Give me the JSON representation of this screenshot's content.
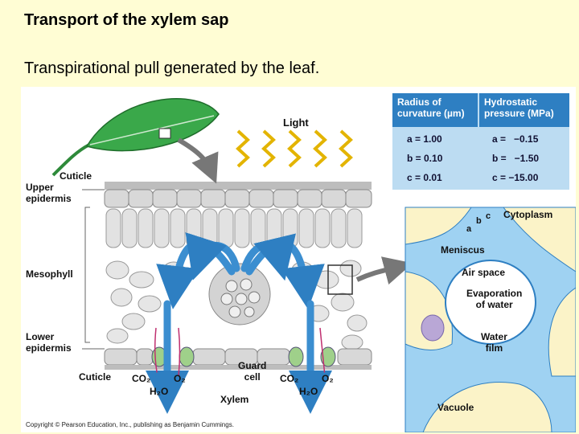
{
  "title": "Transport of the xylem sap",
  "subtitle": "Transpirational pull generated by the leaf.",
  "figure": {
    "labels": {
      "light": "Light",
      "cuticle_top": "Cuticle",
      "upper_epidermis": "Upper\nepidermis",
      "mesophyll": "Mesophyll",
      "lower_epidermis": "Lower\nepidermis",
      "cuticle_bottom": "Cuticle",
      "co2_left": "CO₂",
      "o2_left": "O₂",
      "h2o_left": "H₂O",
      "guard_cell": "Guard\ncell",
      "xylem": "Xylem",
      "co2_right": "CO₂",
      "o2_right": "O₂",
      "h2o_right": "H₂O"
    },
    "table": {
      "col1_header": "Radius of\ncurvature (µm)",
      "col2_header": "Hydrostatic\npressure (MPa)",
      "rows": [
        {
          "radius": "a = 1.00",
          "pressure": "a =   −0.15"
        },
        {
          "radius": "b = 0.10",
          "pressure": "b =   −1.50"
        },
        {
          "radius": "c = 0.01",
          "pressure": "c = −15.00"
        }
      ]
    },
    "inset": {
      "cytoplasm": "Cytoplasm",
      "a": "a",
      "b": "b",
      "c": "c",
      "meniscus": "Meniscus",
      "air_space": "Air space",
      "evaporation": "Evaporation\nof water",
      "water_film": "Water\nfilm",
      "vacuole": "Vacuole"
    },
    "copyright": "Copyright © Pearson Education, Inc., publishing as Benjamin Cummings."
  },
  "colors": {
    "background": "#fffdd4",
    "leaf": "#3aa84a",
    "arrow": "#3b8ed0",
    "epidermis": "#c9c9c9",
    "table_header": "#2e7fc2",
    "inset_water": "#9fd2f2",
    "inset_cell": "#fbf3c8"
  }
}
